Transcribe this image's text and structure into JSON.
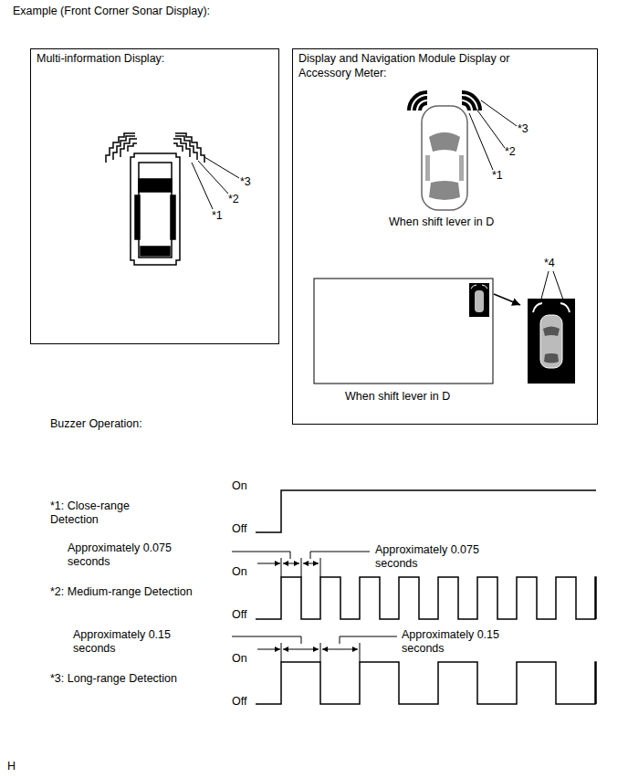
{
  "diagram": {
    "title": "Example (Front Corner Sonar Display):",
    "nodes": [
      {
        "text": [
          "Multi-information Display:"
        ]
      },
      {
        "text": [
          "Display and Navigation Module Display or Accessory Meter:"
        ]
      }
    ],
    "labels": [
      "*1",
      "*2",
      "*3",
      "*3",
      "*2",
      "*1",
      "When shift lever in D",
      "*4",
      "When shift lever in D",
      "Buzzer Operation:",
      "On",
      "*1: Close-range Detection",
      "Off",
      "Approximately 0.075 seconds",
      "Approximately 0.075 seconds",
      "On",
      "*2: Medium-range Detection",
      "Off",
      "Approximately 0.15 seconds",
      "Approximately 0.15 seconds",
      "On",
      "*3: Long-range Detection",
      "Off",
      "H"
    ]
  }
}
